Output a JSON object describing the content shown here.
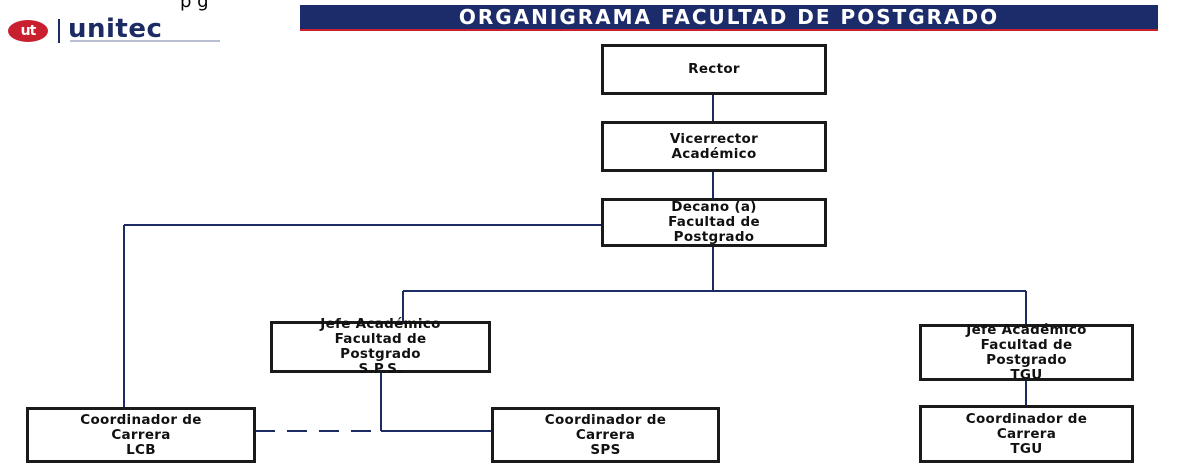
{
  "header": {
    "logo_mark": "ut",
    "logo_text": "unitec",
    "title": "ORGANIGRAMA FACULTAD DE POSTGRADO"
  },
  "nodes": {
    "rector": "Rector",
    "vicerrector": "Vicerrector\nAcadémico",
    "decano": "Decano (a)\nFacultad de\nPostgrado",
    "jefe_sps": "Jefe Académico\nFacultad de\nPostgrado\nS.P.S.",
    "jefe_tgu": "Jefe Académico\nFacultad de\nPostgrado\nTGU",
    "coord_lcb": "Coordinador de\nCarrera\nLCB",
    "coord_sps": "Coordinador de\nCarrera\nSPS",
    "coord_tgu": "Coordinador de\nCarrera\nTGU"
  },
  "colors": {
    "header_bar": "#1c2c6a",
    "accent_red": "#c8202e",
    "line": "#1c2b63",
    "box_border": "#1a1a1a"
  }
}
